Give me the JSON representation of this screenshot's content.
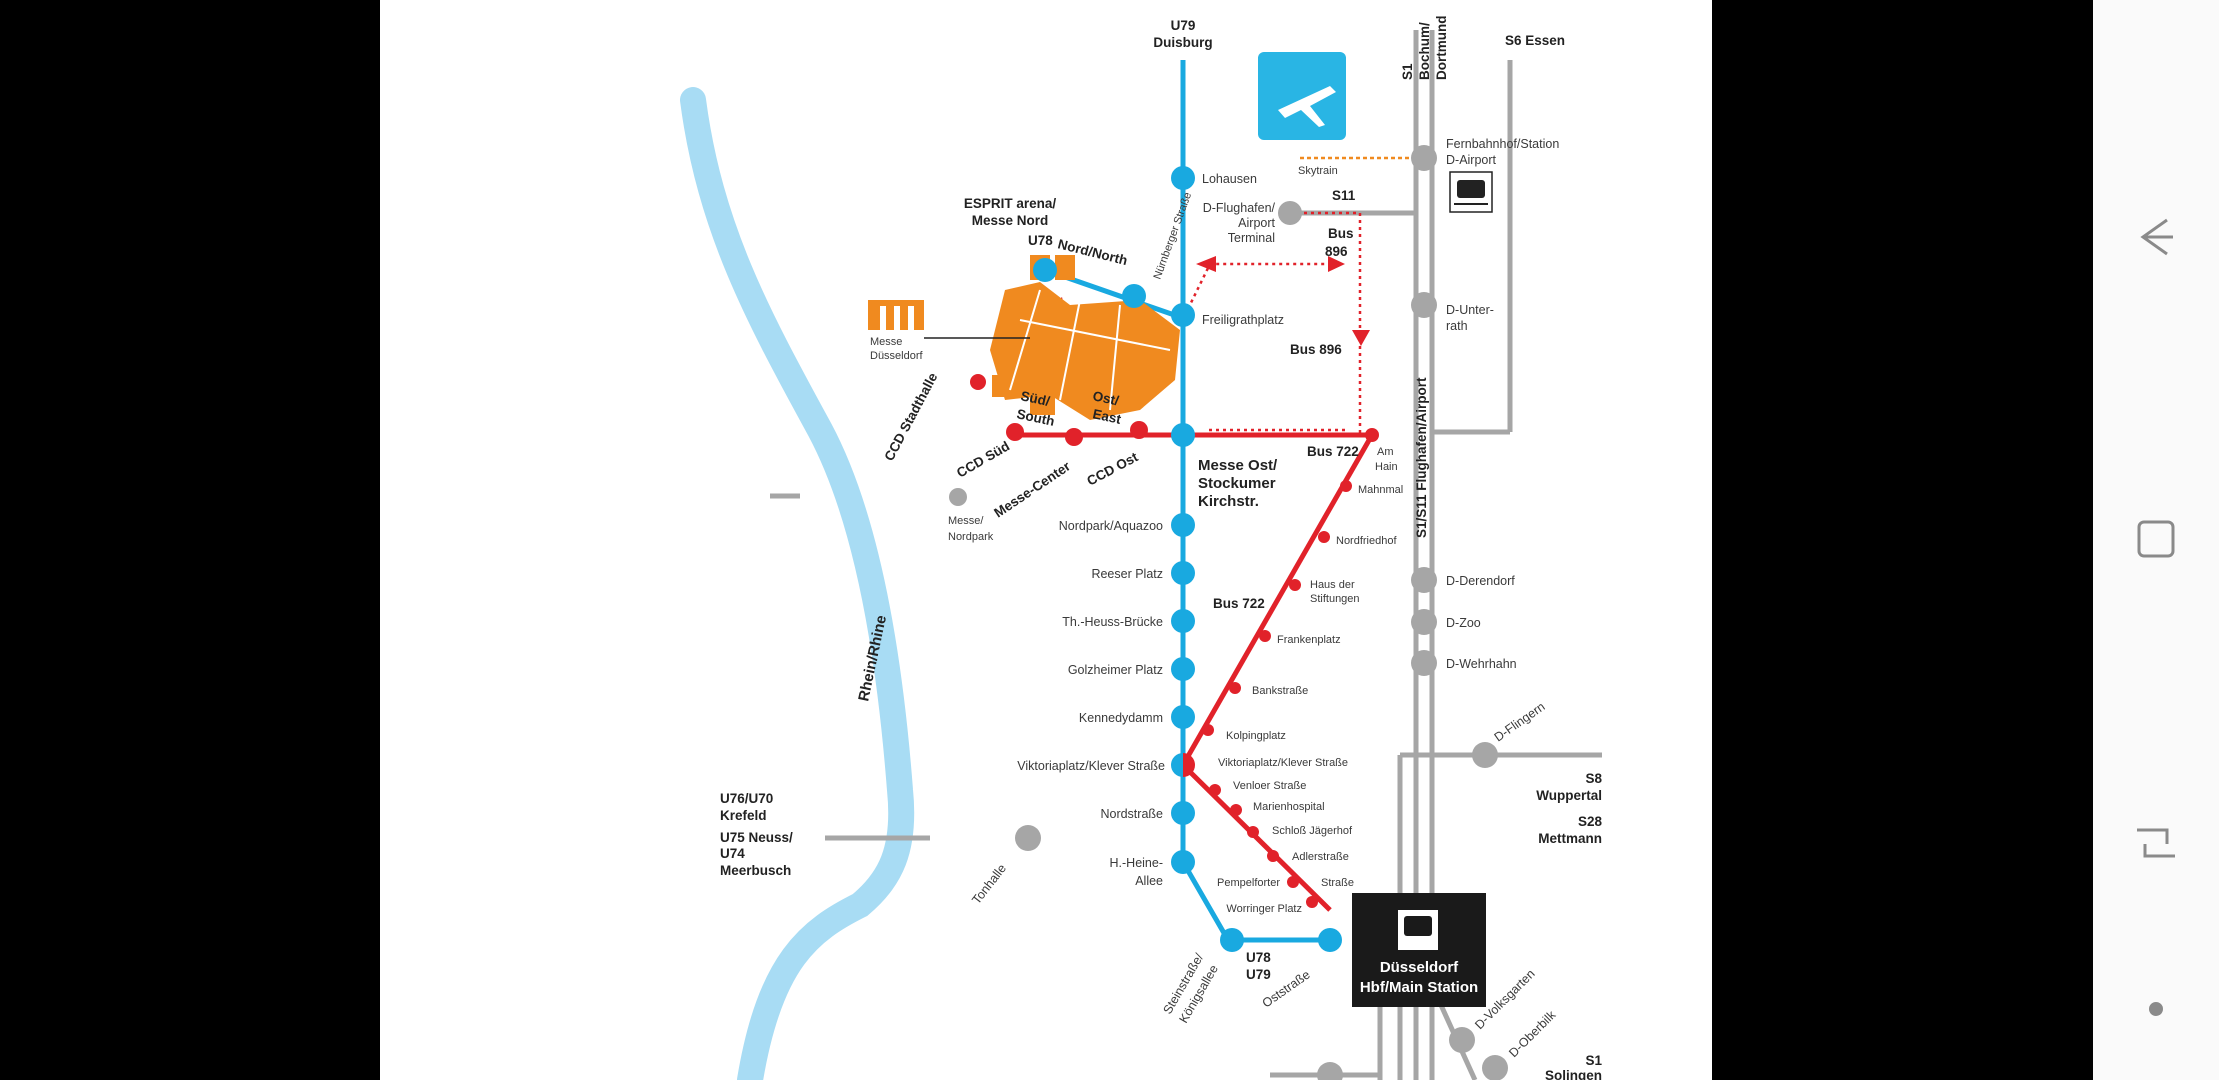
{
  "map": {
    "top": {
      "u79_line": "U79",
      "duisburg": "Duisburg",
      "s1": "S1",
      "bochum": "Bochum/",
      "dortmund": "Dortmund",
      "s6_essen": "S6 Essen"
    },
    "airport": {
      "fernbahnhof_1": "Fernbahnhof/Station",
      "fernbahnhof_2": "D-Airport",
      "skytrain": "Skytrain",
      "s11": "S11",
      "terminal_1": "D-Flughafen/",
      "terminal_2": "Airport",
      "terminal_3": "Terminal",
      "unterrath_1": "D-Unter-",
      "unterrath_2": "rath"
    },
    "bus": {
      "bus896_a_1": "Bus",
      "bus896_a_2": "896",
      "bus896_b": "Bus 896",
      "bus722_a": "Bus 722",
      "bus722_b": "Bus 722"
    },
    "messe": {
      "esprit_1": "ESPRIT arena/",
      "esprit_2": "Messe Nord",
      "u78": "U78",
      "nord_north": "Nord/North",
      "nuernbergerstr": "Nürnberger Straße",
      "freiligrath": "Freiligrathplatz",
      "logo_1": "Messe",
      "logo_2": "Düsseldorf",
      "stadthalle": "CCD Stadthalle",
      "ccd_sued": "CCD Süd",
      "sued_1": "Süd/",
      "sued_2": "South",
      "ost_1": "Ost/",
      "ost_2": "East",
      "messe_center": "Messe-Center",
      "ccd_ost": "CCD Ost",
      "messe_nordpark_1": "Messe/",
      "messe_nordpark_2": "Nordpark"
    },
    "u_stations": {
      "lohausen": "Lohausen",
      "messe_ost_1": "Messe Ost/",
      "messe_ost_2": "Stockumer",
      "messe_ost_3": "Kirchstr.",
      "nordpark": "Nordpark/Aquazoo",
      "reeser": "Reeser Platz",
      "heuss": "Th.-Heuss-Brücke",
      "golzheimer": "Golzheimer Platz",
      "kennedydamm": "Kennedydamm",
      "viktoria": "Viktoriaplatz/Klever Straße",
      "nordstrasse": "Nordstraße",
      "heine_1": "H.-Heine-",
      "heine_2": "Allee",
      "u78_bottom": "U78",
      "u79_bottom": "U79",
      "stein_1": "Steinstraße/",
      "stein_2": "Königsallee",
      "oststrasse": "Oststraße"
    },
    "bus722_stops": {
      "am_hain_1": "Am",
      "am_hain_2": "Hain",
      "mahnmal": "Mahnmal",
      "nordfriedhof": "Nordfriedhof",
      "stiftungen_1": "Haus der",
      "stiftungen_2": "Stiftungen",
      "frankenplatz": "Frankenplatz",
      "bankstrasse": "Bankstraße",
      "kolpingplatz": "Kolpingplatz",
      "viktoria": "Viktoriaplatz/Klever Straße",
      "venloer": "Venloer Straße",
      "marienhospital": "Marienhospital",
      "schloss": "Schloß Jägerhof",
      "adlerstrasse": "Adlerstraße",
      "pempelforter_1": "Pempelforter",
      "pempelforter_2": "Straße",
      "worringer": "Worringer Platz"
    },
    "s_stations": {
      "s1_s11": "S1/S11 Flughafen/Airport",
      "derendorf": "D-Derendorf",
      "zoo": "D-Zoo",
      "wehrhahn": "D-Wehrhahn",
      "flingern": "D-Flingern",
      "s8": "S8",
      "wuppertal": "Wuppertal",
      "s28": "S28",
      "mettmann": "Mettmann",
      "volksgarten": "D-Volksgarten",
      "oberbilk": "D-Oberbilk",
      "s1_bottom": "S1",
      "solingen": "Solingen"
    },
    "west": {
      "u76_1": "U76/U70",
      "u76_2": "Krefeld",
      "u75_1": "U75 Neuss/",
      "u75_2": "U74",
      "u75_3": "Meerbusch",
      "tonhalle": "Tonhalle",
      "rhein": "Rhein/Rhine"
    },
    "hbf": {
      "label_1": "Düsseldorf",
      "label_2": "Hbf/Main Station"
    },
    "colors": {
      "u_line": "#19a9e0",
      "bus_line": "#e1222a",
      "s_line": "#a6a6a6",
      "messe": "#f08a1f",
      "river": "#a8dcf4",
      "dark": "#222222"
    }
  },
  "navbar": {
    "back": "back-icon",
    "recents": "recents-icon",
    "home": "home-icon",
    "dot": "dot-icon"
  }
}
